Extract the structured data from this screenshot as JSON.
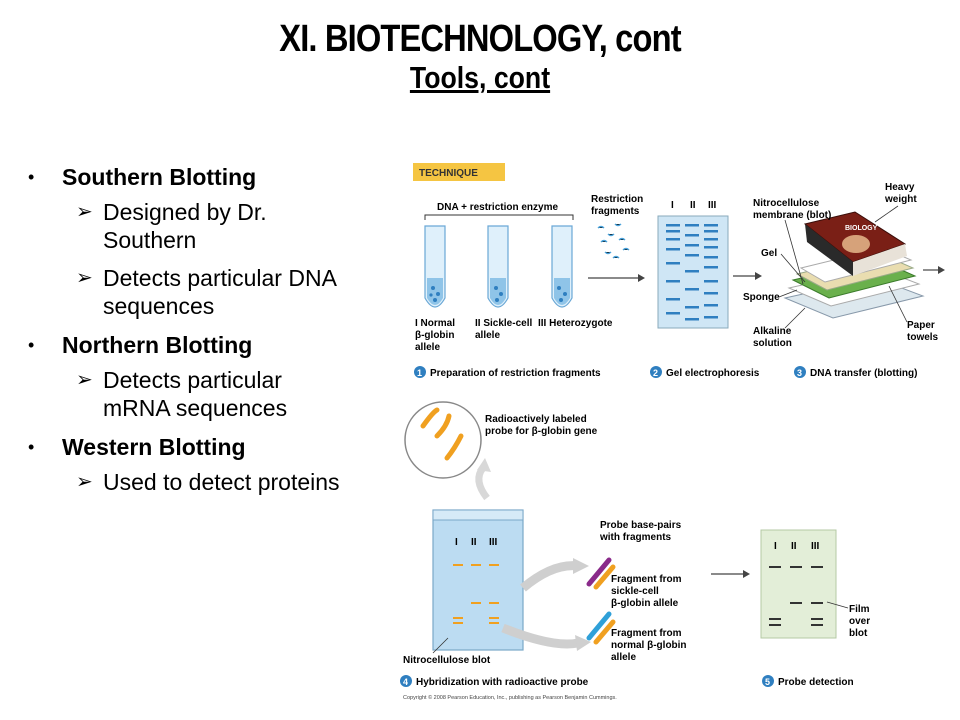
{
  "slide": {
    "title": "XI.  BIOTECHNOLOGY, cont",
    "subtitle": "Tools, cont"
  },
  "bullets": [
    {
      "label": "Southern Blotting",
      "subs": [
        "Designed by Dr.",
        "Southern",
        "Detects particular DNA",
        "sequences"
      ]
    },
    {
      "label": "Northern Blotting",
      "subs": [
        "Detects particular",
        "mRNA sequences"
      ]
    },
    {
      "label": "Western Blotting",
      "subs": [
        "Used to detect proteins"
      ]
    }
  ],
  "figure": {
    "technique": "TECHNIQUE",
    "dna_enzyme": "DNA + restriction enzyme",
    "restriction": [
      "Restriction",
      "fragments"
    ],
    "lanes": [
      "I",
      "II",
      "III"
    ],
    "tube_labels": {
      "t1": [
        "I Normal",
        "β-globin",
        "allele"
      ],
      "t2": [
        "II Sickle-cell",
        "allele"
      ],
      "t3": [
        "III Heterozygote"
      ]
    },
    "nitro_membrane": [
      "Nitrocellulose",
      "membrane (blot)"
    ],
    "heavy_weight": [
      "Heavy",
      "weight"
    ],
    "gel": "Gel",
    "sponge": "Sponge",
    "alkaline": [
      "Alkaline",
      "solution"
    ],
    "paper_towels": [
      "Paper",
      "towels"
    ],
    "book_title": "BIOLOGY",
    "steps": {
      "s1": "Preparation of restriction fragments",
      "s2": "Gel electrophoresis",
      "s3": "DNA transfer (blotting)",
      "s4": "Hybridization with radioactive probe",
      "s5": "Probe detection"
    },
    "step_numbers": [
      "1",
      "2",
      "3",
      "4",
      "5"
    ],
    "radio_probe": [
      "Radioactively labeled",
      "probe for β-globin gene"
    ],
    "probe_pairs": [
      "Probe base-pairs",
      "with fragments"
    ],
    "frag_sickle": [
      "Fragment from",
      "sickle-cell",
      "β-globin allele"
    ],
    "frag_normal": [
      "Fragment from",
      "normal β-globin",
      "allele"
    ],
    "nitro_blot": "Nitrocellulose blot",
    "film": [
      "Film",
      "over",
      "blot"
    ],
    "copyright": "Copyright © 2008 Pearson Education, Inc., publishing as Pearson Benjamin Cummings."
  },
  "colors": {
    "technique_bg": "#f5c542",
    "tube_blue": "#8fc4e8",
    "dna_blue": "#2f7fc0",
    "probe_orange": "#f0a020",
    "step_badge": "#2f7fc0",
    "film_bg": "#e3eed8"
  }
}
